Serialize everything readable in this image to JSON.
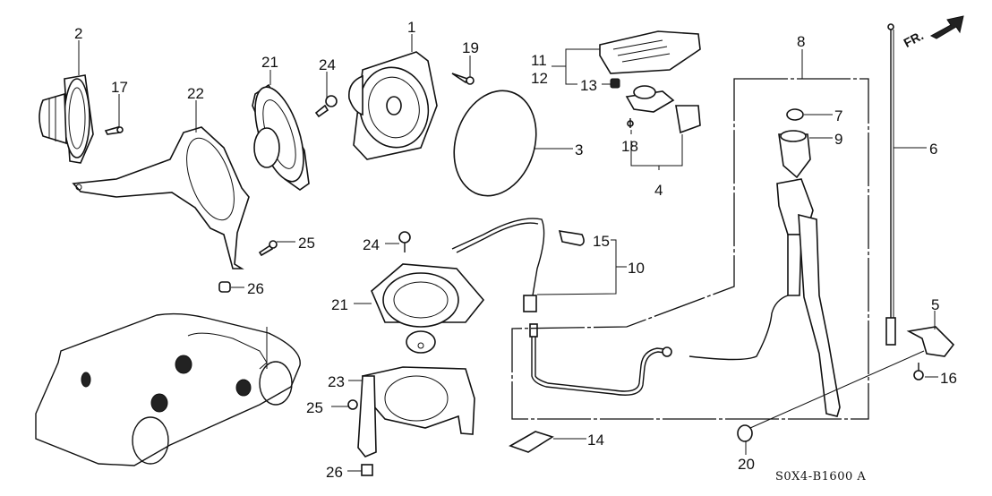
{
  "diagram": {
    "title": "Speaker / Antenna Parts Diagram",
    "drawing_code": "S0X4-B1600 A",
    "direction_marker": "FR.",
    "callouts": [
      {
        "id": "label-1",
        "text": "1"
      },
      {
        "id": "label-2",
        "text": "2"
      },
      {
        "id": "label-3",
        "text": "3"
      },
      {
        "id": "label-4",
        "text": "4"
      },
      {
        "id": "label-5",
        "text": "5"
      },
      {
        "id": "label-6",
        "text": "6"
      },
      {
        "id": "label-7",
        "text": "7"
      },
      {
        "id": "label-8",
        "text": "8"
      },
      {
        "id": "label-9",
        "text": "9"
      },
      {
        "id": "label-10",
        "text": "10"
      },
      {
        "id": "label-11",
        "text": "11"
      },
      {
        "id": "label-12",
        "text": "12"
      },
      {
        "id": "label-13",
        "text": "13"
      },
      {
        "id": "label-14",
        "text": "14"
      },
      {
        "id": "label-15",
        "text": "15"
      },
      {
        "id": "label-16",
        "text": "16"
      },
      {
        "id": "label-17",
        "text": "17"
      },
      {
        "id": "label-18",
        "text": "18"
      },
      {
        "id": "label-19",
        "text": "19"
      },
      {
        "id": "label-20",
        "text": "20"
      },
      {
        "id": "label-21a",
        "text": "21"
      },
      {
        "id": "label-21b",
        "text": "21"
      },
      {
        "id": "label-22",
        "text": "22"
      },
      {
        "id": "label-23",
        "text": "23"
      },
      {
        "id": "label-24a",
        "text": "24"
      },
      {
        "id": "label-24b",
        "text": "24"
      },
      {
        "id": "label-25a",
        "text": "25"
      },
      {
        "id": "label-25b",
        "text": "25"
      },
      {
        "id": "label-26a",
        "text": "26"
      },
      {
        "id": "label-26b",
        "text": "26"
      }
    ]
  }
}
